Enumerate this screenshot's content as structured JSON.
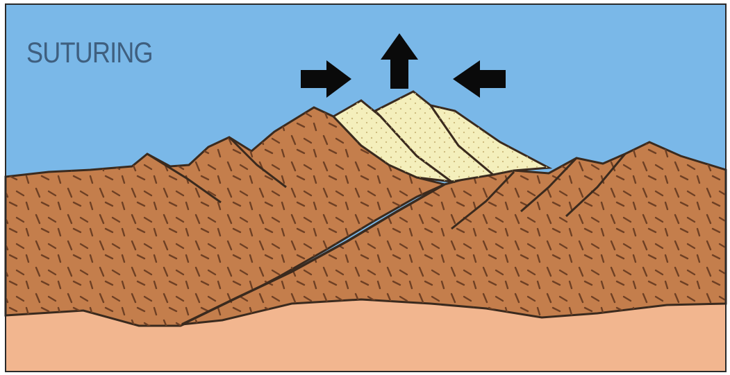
{
  "diagram": {
    "title": "SUTURING",
    "colors": {
      "sky": "#7ab8e8",
      "crust": "#c47e4c",
      "crust_dash": "#6e4024",
      "mantle": "#f2b68f",
      "sediment": "#f4efbc",
      "outline": "#3a2a1e",
      "arrow": "#0a0a0a"
    },
    "arrows": [
      {
        "name": "compression-right-arrow",
        "direction": "right"
      },
      {
        "name": "uplift-up-arrow",
        "direction": "up"
      },
      {
        "name": "compression-left-arrow",
        "direction": "left"
      }
    ]
  }
}
